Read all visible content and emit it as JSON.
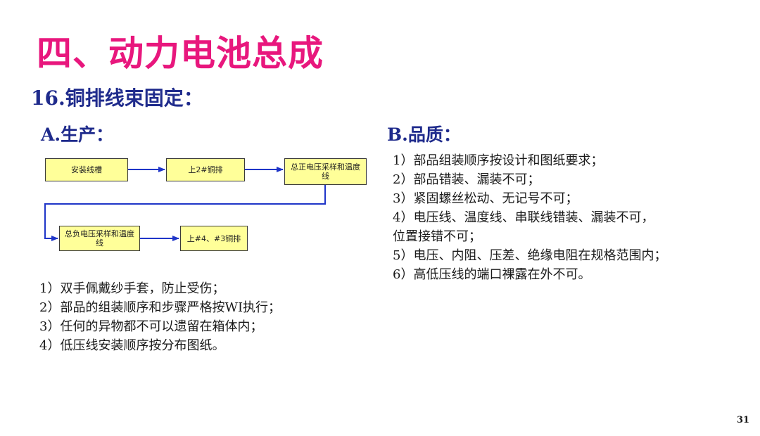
{
  "header": {
    "title": "四、动力电池总成",
    "subtitle": "16.铜排线束固定："
  },
  "section_a": {
    "heading": "A.生产：",
    "flow": [
      {
        "label": "安装线槽"
      },
      {
        "label": "上2#铜排"
      },
      {
        "label": "总正电压采样和温度线"
      },
      {
        "label": "总负电压采样和温度线"
      },
      {
        "label": "上#4、#3铜排"
      }
    ],
    "items": [
      "1）双手佩戴纱手套，防止受伤；",
      "2）部品的组装顺序和步骤严格按WI执行；",
      "3）任何的异物都不可以遗留在箱体内；",
      "4）低压线安装顺序按分布图纸。"
    ]
  },
  "section_b": {
    "heading": "B.品质：",
    "items": [
      "1）部品组装顺序按设计和图纸要求；",
      "2）部品错装、漏装不可；",
      "3）紧固螺丝松动、无记号不可；",
      "4）电压线、温度线、串联线错装、漏装不可，",
      "位置接错不可；",
      "5）电压、内阻、压差、绝缘电阻在规格范围内；",
      "6）高低压线的端口裸露在外不可。"
    ]
  },
  "footer": {
    "page_number": "31"
  },
  "colors": {
    "title": "#e8177d",
    "heading": "#1f2b8c",
    "box_fill": "#ffff99",
    "arrow": "#1f35c8"
  }
}
